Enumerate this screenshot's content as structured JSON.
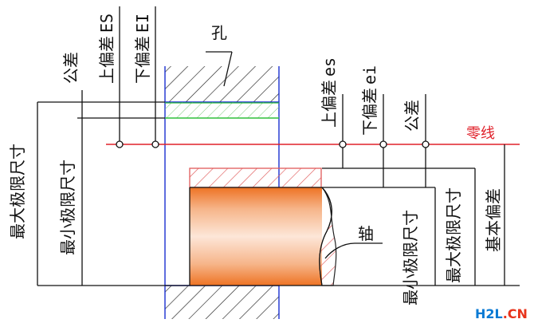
{
  "labels": {
    "hole": "孔",
    "shaft": "轴",
    "zero_line": "零线",
    "tolerance_hole": "公差",
    "upper_dev_hole_cn": "上偏差",
    "upper_dev_hole_sym": "ES",
    "lower_dev_hole_cn": "下偏差",
    "lower_dev_hole_sym": "EI",
    "upper_dev_shaft_cn": "上偏差",
    "upper_dev_shaft_sym": "es",
    "lower_dev_shaft_cn": "下偏差",
    "lower_dev_shaft_sym": "ei",
    "tolerance_shaft": "公差",
    "max_limit_hole": "最大极限尺寸",
    "min_limit_hole": "最小极限尺寸",
    "min_limit_shaft": "最小极限尺寸",
    "max_limit_shaft": "最大极限尺寸",
    "basic_deviation": "基本偏差"
  },
  "watermark": {
    "part1": "H2L",
    "part2": ".CN"
  },
  "colors": {
    "zero_line": "#e0202a",
    "hole_outline": "#1a2fd0",
    "tolerance_zone": "#2fbf3a",
    "shaft_fill": "#f07a2a",
    "shaft_hatch": "#e05a5a",
    "watermark_blue": "#0a7ad4",
    "watermark_red": "#e8331b"
  }
}
